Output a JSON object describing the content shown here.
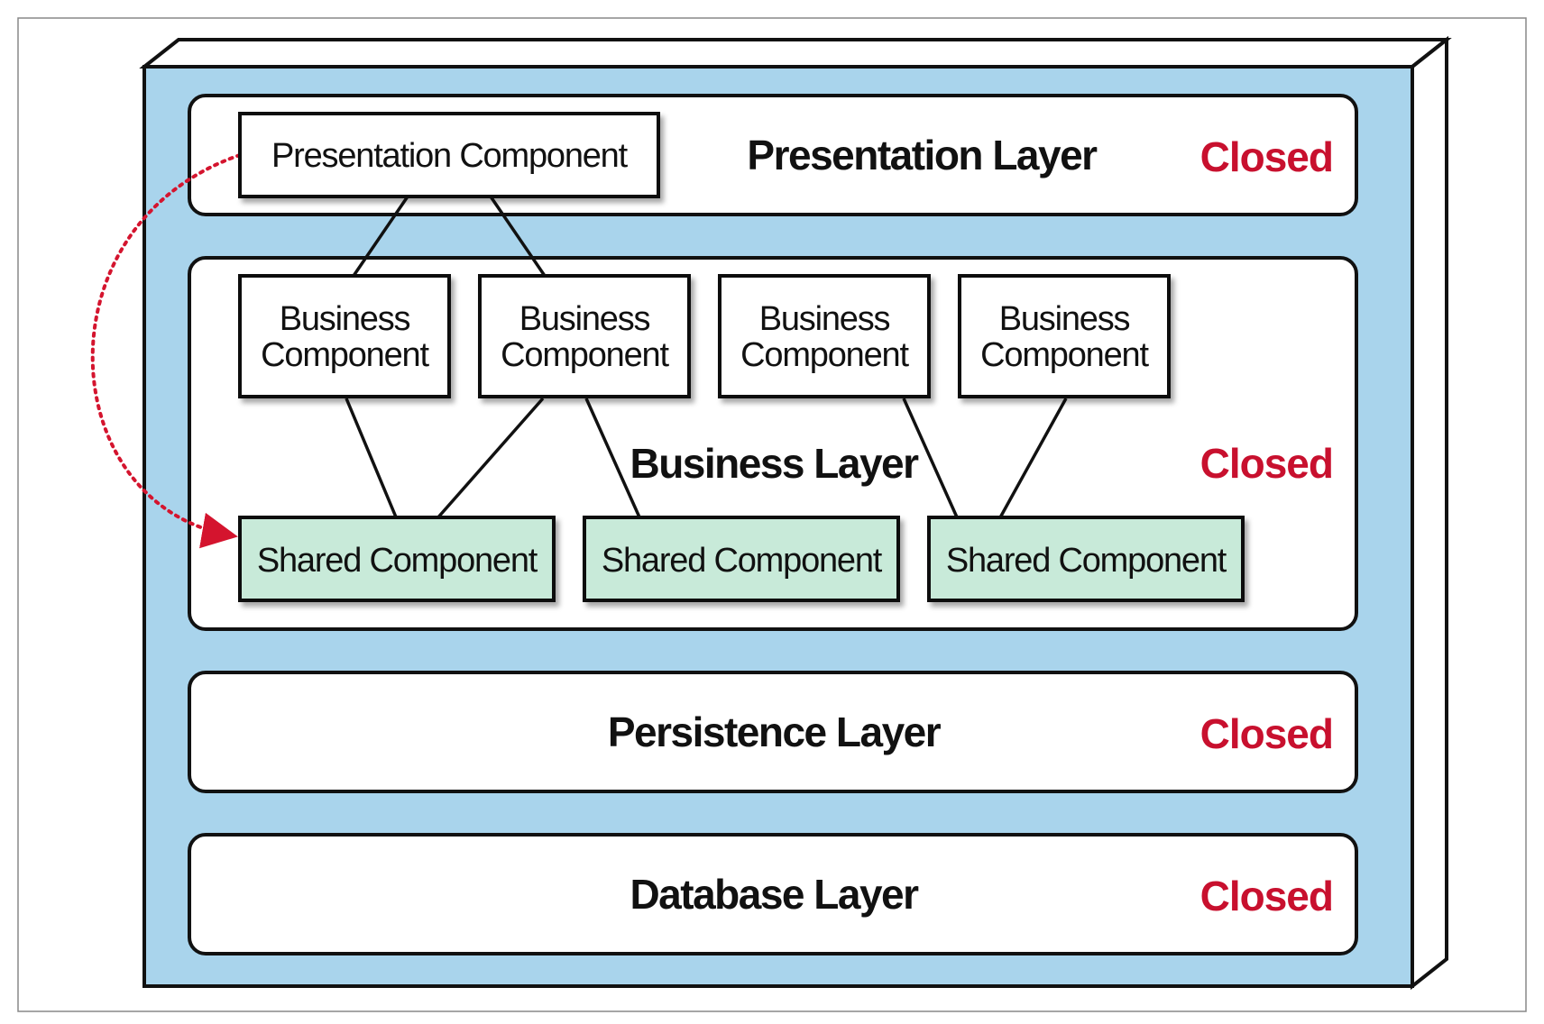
{
  "colors": {
    "container_fill": "#a9d4ec",
    "container_side": "#ffffff",
    "layer_fill": "#ffffff",
    "shared_fill": "#c8ead9",
    "status_color": "#c8102e",
    "arrow_color": "#d4142e"
  },
  "layers": {
    "presentation": {
      "title": "Presentation Layer",
      "status": "Closed"
    },
    "business": {
      "title": "Business Layer",
      "status": "Closed"
    },
    "persistence": {
      "title": "Persistence Layer",
      "status": "Closed"
    },
    "database": {
      "title": "Database Layer",
      "status": "Closed"
    }
  },
  "components": {
    "presentation": {
      "label": "Presentation Component"
    },
    "business": [
      {
        "line1": "Business",
        "line2": "Component"
      },
      {
        "line1": "Business",
        "line2": "Component"
      },
      {
        "line1": "Business",
        "line2": "Component"
      },
      {
        "line1": "Business",
        "line2": "Component"
      }
    ],
    "shared": [
      {
        "label": "Shared Component"
      },
      {
        "label": "Shared Component"
      },
      {
        "label": "Shared Component"
      }
    ]
  }
}
